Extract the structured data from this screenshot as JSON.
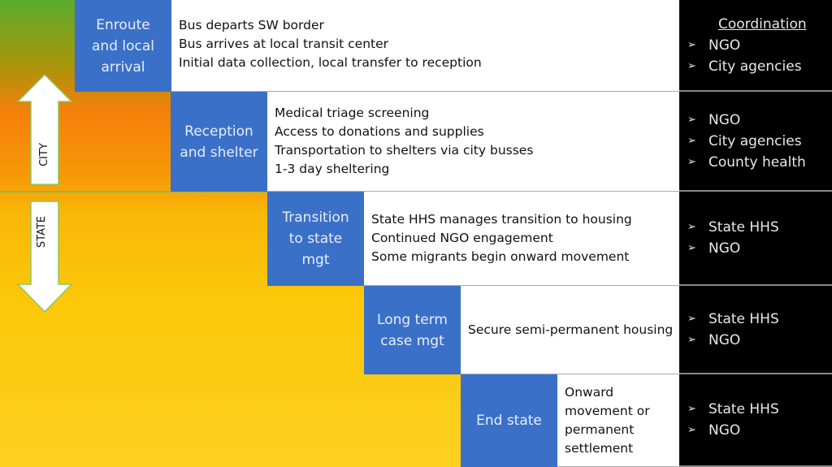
{
  "phases": [
    {
      "title": "Enroute and local arrival",
      "items": [
        "Bus departs SW border",
        "Bus arrives at local transit center",
        "Initial data collection, local transfer to reception"
      ],
      "coordination": [
        "NGO",
        "City agencies"
      ]
    },
    {
      "title": "Reception and shelter",
      "items": [
        "Medical triage screening",
        "Access to donations and supplies",
        "Transportation to shelters via city busses",
        "1-3 day sheltering"
      ],
      "coordination": [
        "NGO",
        "City agencies",
        "County health"
      ]
    },
    {
      "title": "Transition to state mgt",
      "items": [
        "State HHS manages transition to housing",
        "Continued NGO engagement",
        "Some migrants begin onward movement"
      ],
      "coordination": [
        "State HHS",
        "NGO"
      ]
    },
    {
      "title": "Long term case mgt",
      "items": [
        "Secure semi-permanent housing"
      ],
      "coordination": [
        "State HHS",
        "NGO"
      ]
    },
    {
      "title": "End state",
      "items": [
        "Onward movement or permanent settlement"
      ],
      "coordination": [
        "State HHS",
        "NGO"
      ]
    }
  ],
  "coordination_header": "Coordination",
  "levels": {
    "city": "CITY",
    "state": "STATE"
  }
}
